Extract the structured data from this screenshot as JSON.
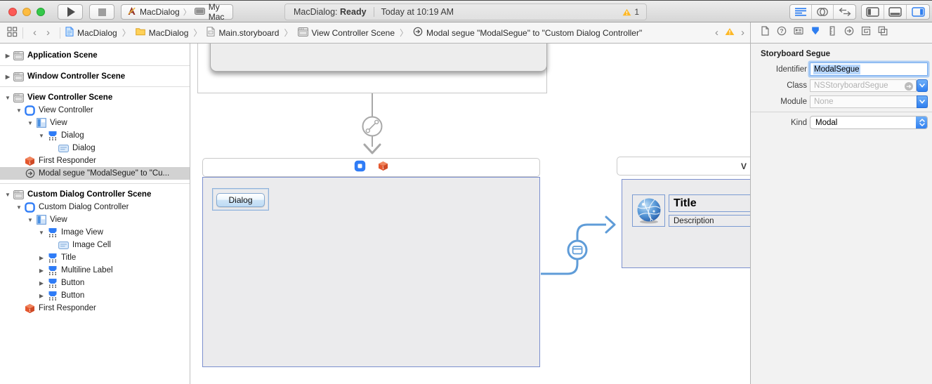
{
  "colors": {
    "accent_blue": "#2e7ef0",
    "segue_blue": "#5f9cd8",
    "scene_border_blue": "#7b8fce",
    "warning_yellow": "#fdb827",
    "responder_orange": "#e4572e",
    "selection_gray": "#d2d2d2"
  },
  "titlebar": {
    "scheme_project": "MacDialog",
    "scheme_destination": "My Mac",
    "status_project": "MacDialog:",
    "status_state": "Ready",
    "status_time": "Today at 10:19 AM",
    "warning_count": "1"
  },
  "jumpbar": {
    "items": [
      {
        "label": "MacDialog",
        "icon": "project-doc"
      },
      {
        "label": "MacDialog",
        "icon": "folder"
      },
      {
        "label": "Main.storyboard",
        "icon": "storyboard-doc"
      },
      {
        "label": "View Controller Scene",
        "icon": "scene"
      },
      {
        "label": "Modal segue \"ModalSegue\" to \"Custom Dialog Controller\"",
        "icon": "segue"
      }
    ]
  },
  "sidebar": {
    "rows": [
      {
        "type": "row",
        "label": "Application Scene",
        "icon": "scene",
        "level": 0,
        "disclosure": "collapsed",
        "bold": true
      },
      {
        "type": "separator"
      },
      {
        "type": "row",
        "label": "Window Controller Scene",
        "icon": "scene",
        "level": 0,
        "disclosure": "collapsed",
        "bold": true
      },
      {
        "type": "separator"
      },
      {
        "type": "row",
        "label": "View Controller Scene",
        "icon": "scene",
        "level": 0,
        "disclosure": "expanded",
        "bold": true
      },
      {
        "type": "row",
        "label": "View Controller",
        "icon": "view-controller",
        "level": 1,
        "disclosure": "expanded"
      },
      {
        "type": "row",
        "label": "View",
        "icon": "view",
        "level": 2,
        "disclosure": "expanded"
      },
      {
        "type": "row",
        "label": "Dialog",
        "icon": "custom-view",
        "level": 3,
        "disclosure": "expanded"
      },
      {
        "type": "row",
        "label": "Dialog",
        "icon": "cell",
        "level": 4,
        "disclosure": "none"
      },
      {
        "type": "row",
        "label": "First Responder",
        "icon": "first-responder",
        "level": 1,
        "disclosure": "none"
      },
      {
        "type": "row",
        "label": "Modal segue \"ModalSegue\" to \"Cu...",
        "icon": "segue",
        "level": 1,
        "disclosure": "none",
        "selected": true
      },
      {
        "type": "separator"
      },
      {
        "type": "row",
        "label": "Custom Dialog Controller Scene",
        "icon": "scene",
        "level": 0,
        "disclosure": "expanded",
        "bold": true
      },
      {
        "type": "row",
        "label": "Custom Dialog Controller",
        "icon": "view-controller",
        "level": 1,
        "disclosure": "expanded"
      },
      {
        "type": "row",
        "label": "View",
        "icon": "view",
        "level": 2,
        "disclosure": "expanded"
      },
      {
        "type": "row",
        "label": "Image View",
        "icon": "custom-view",
        "level": 3,
        "disclosure": "expanded"
      },
      {
        "type": "row",
        "label": "Image Cell",
        "icon": "cell",
        "level": 4,
        "disclosure": "none"
      },
      {
        "type": "row",
        "label": "Title",
        "icon": "custom-view",
        "level": 3,
        "disclosure": "collapsed"
      },
      {
        "type": "row",
        "label": "Multiline Label",
        "icon": "custom-view",
        "level": 3,
        "disclosure": "collapsed"
      },
      {
        "type": "row",
        "label": "Button",
        "icon": "custom-view",
        "level": 3,
        "disclosure": "collapsed"
      },
      {
        "type": "row",
        "label": "Button",
        "icon": "custom-view",
        "level": 3,
        "disclosure": "collapsed"
      },
      {
        "type": "row",
        "label": "First Responder",
        "icon": "first-responder",
        "level": 1,
        "disclosure": "none"
      }
    ]
  },
  "canvas": {
    "dialog_button": "Dialog",
    "right_scene_header": "V",
    "right_scene_title": "Title",
    "right_scene_description": "Description"
  },
  "inspector": {
    "tabs": [
      {
        "name": "file"
      },
      {
        "name": "quick-help"
      },
      {
        "name": "identity"
      },
      {
        "name": "attributes",
        "selected": true
      },
      {
        "name": "size"
      },
      {
        "name": "connections"
      },
      {
        "name": "bindings"
      },
      {
        "name": "view-effects"
      }
    ],
    "title": "Storyboard Segue",
    "identifier_label": "Identifier",
    "identifier_value": "ModalSegue",
    "class_label": "Class",
    "class_value": "NSStoryboardSegue",
    "module_label": "Module",
    "module_value": "None",
    "kind_label": "Kind",
    "kind_value": "Modal"
  }
}
